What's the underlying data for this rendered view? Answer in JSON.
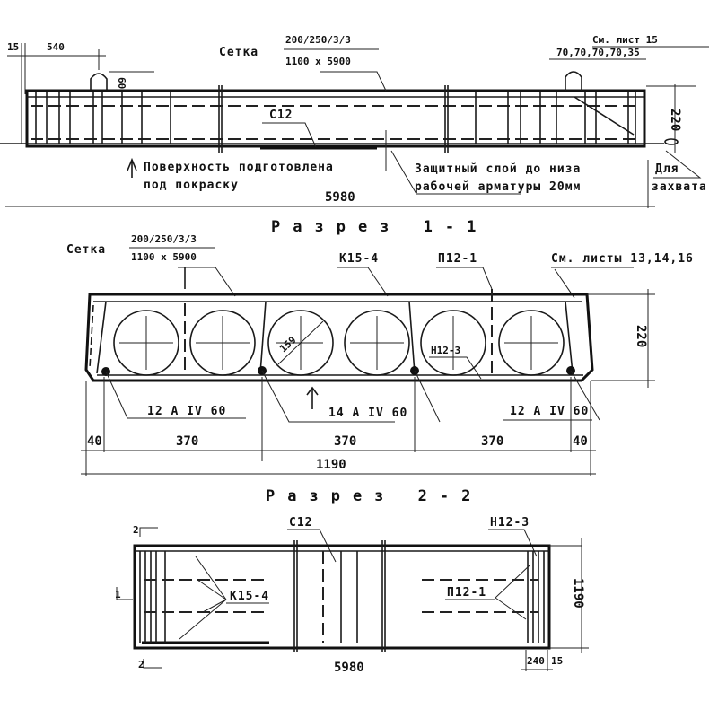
{
  "elevation": {
    "mesh_label": "Сетка",
    "mesh_spec_top": "200/250/3/3",
    "mesh_spec_bottom": "1100 x 5900",
    "dim_15": "15",
    "dim_540": "540",
    "dim_60": "60",
    "sheet_ref": "См. лист 15",
    "spacing_dims": "70,70,70,70,35",
    "height_220": "220",
    "rebar_c12": "С12",
    "note_surface_line1": "Поверхность подготовлена",
    "note_surface_line2": "под покраску",
    "note_cover_line1": "Защитный слой до низа",
    "note_cover_line2": "рабочей арматуры 20мм",
    "note_grip_line1": "Для",
    "note_grip_line2": "захвата",
    "length_5980": "5980"
  },
  "section_1_1": {
    "title": "Разрез 1-1",
    "mesh_label": "Сетка",
    "mesh_spec_top": "200/250/3/3",
    "mesh_spec_bottom": "1100 x 5900",
    "frame_k15": "К15-4",
    "frame_p12": "П12-1",
    "sheets_ref": "См. листы 13,14,16",
    "hole_diameter": "159",
    "frame_h12": "Н12-3",
    "height_220": "220",
    "rebar_left": "12 A IV 60",
    "rebar_mid": "14 A IV 60",
    "rebar_right": "12 A IV 60",
    "dims": [
      "40",
      "370",
      "370",
      "370",
      "40"
    ],
    "total_width": "1190"
  },
  "section_2_2": {
    "title": "Разрез 2-2",
    "rebar_c12": "С12",
    "frame_h12": "Н12-3",
    "frame_k15": "К15-4",
    "frame_p12": "П12-1",
    "cut_mark_top": "2",
    "cut_mark_bottom": "2",
    "cut_mark_side": "1",
    "width_1190": "1190",
    "length_5980": "5980",
    "dim_240": "240",
    "dim_15": "15"
  }
}
